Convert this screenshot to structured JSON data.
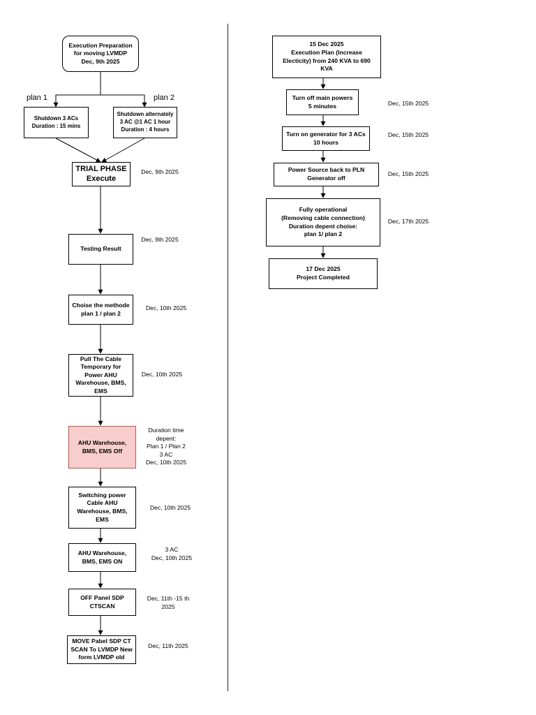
{
  "left_flow": {
    "start": "Execution Preparation\nfor moving LVMDP\nDec, 9th 2025",
    "plan1_label": "plan 1",
    "plan2_label": "plan 2",
    "plan1_box": "Shutdown 3 ACs\nDuration : 15 mins",
    "plan2_box": "Shutdown alternately\n3 AC @1 AC 1 hour\nDuration : 4 hours",
    "trial": "TRIAL PHASE\nExecute",
    "trial_note": "Dec, 9th 2025",
    "testing": "Testing Result",
    "testing_note": "Dec, 9th 2025",
    "choose": "Choise the methode\nplan 1 / plan 2",
    "choose_note": "Dec, 10th 2025",
    "pull_cable": "Pull The Cable\nTemporary for\nPower AHU\nWarehouse, BMS,\nEMS",
    "pull_cable_note": "Dec, 10th 2025",
    "ahu_off": "AHU Warehouse,\nBMS, EMS Off",
    "ahu_off_note": "Duration time\ndepent:\nPlan 1 / Plan 2\n3 AC\nDec, 10th 2025",
    "switching": "Switching power\nCable AHU\nWarehouse, BMS,\nEMS",
    "switching_note": "Dec, 10th 2025",
    "ahu_on": "AHU Warehouse,\nBMS, EMS ON",
    "ahu_on_note": "3 AC\nDec, 10th 2025",
    "off_panel": "OFF Panel SDP\nCTSCAN",
    "off_panel_note": "Dec, 11th -15 th\n2025",
    "move_panel": "MOVE Pabel SDP CT\nSCAN To LVMDP New\nform LVMDP old",
    "move_panel_note": "Dec, 11th 2025"
  },
  "right_flow": {
    "plan": "15 Dec 2025\nExecution Plan (Increase\nElecticity) from 240 KVA to 690\nKVA",
    "turn_off": "Turn off main powers\n5 minutes",
    "turn_off_note": "Dec, 15th 2025",
    "generator": "Turn on generator for 3 ACs\n10 hours",
    "generator_note": "Dec, 15th 2025",
    "back_pln": "Power Source back to PLN\nGenerator off",
    "back_pln_note": "Dec, 15th 2025",
    "operational": "Fully operational\n(Removing cable connection)\nDuration depent choise:\nplan 1/ plan 2",
    "operational_note": "Dec, 17th 2025",
    "completed": "17 Dec 2025\nProject Completed"
  },
  "colors": {
    "highlight_fill": "#f8cecc",
    "highlight_border": "#b85450"
  }
}
